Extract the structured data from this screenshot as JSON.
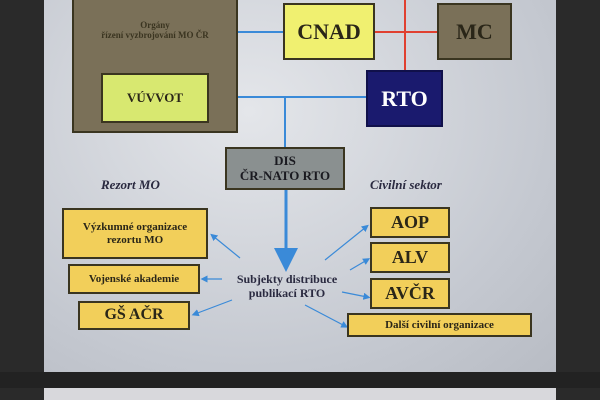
{
  "top": {
    "organy": "Orgány\nřízení vyzbrojování MO ČR",
    "vuvvot": "VÚVVOT",
    "cnad": "CNAD",
    "mc": "MC",
    "rto": "RTO",
    "dis_line1": "DIS",
    "dis_line2": "ČR-NATO RTO"
  },
  "sections": {
    "left": "Rezort MO",
    "right": "Civilní sektor"
  },
  "center": {
    "line1": "Subjekty distribuce",
    "line2": "publikací RTO"
  },
  "rezort": [
    "Výzkumné organizace rezortu MO",
    "Vojenské akademie",
    "GŠ AČR"
  ],
  "civil": [
    "AOP",
    "ALV",
    "AVČR",
    "Další civilní organizace"
  ],
  "colors": {
    "olive": "#7a7058",
    "yellow": "#f2cf5a",
    "rto": "#1a1a6e",
    "blue_line": "#3a8ad8",
    "red_line": "#e04030"
  }
}
